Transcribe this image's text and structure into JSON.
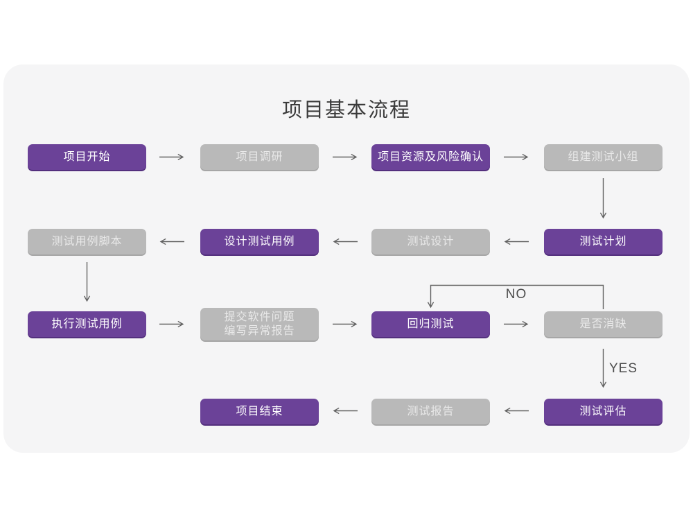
{
  "title": "项目基本流程",
  "colors": {
    "node_purple": "#6b4298",
    "node_gray": "#b9b9b9",
    "card_background": "#f5f5f6",
    "arrow": "#606060",
    "title_text": "#3b3b3b"
  },
  "nodes": [
    {
      "id": "project-start",
      "label": "项目开始",
      "type": "purple"
    },
    {
      "id": "project-research",
      "label": "项目调研",
      "type": "gray"
    },
    {
      "id": "resource-risk-confirm",
      "label": "项目资源及风险确认",
      "type": "purple"
    },
    {
      "id": "build-test-team",
      "label": "组建测试小组",
      "type": "gray"
    },
    {
      "id": "test-case-script",
      "label": "测试用例脚本",
      "type": "gray"
    },
    {
      "id": "design-test-case",
      "label": "设计测试用例",
      "type": "purple"
    },
    {
      "id": "test-design",
      "label": "测试设计",
      "type": "gray"
    },
    {
      "id": "test-plan",
      "label": "测试计划",
      "type": "purple"
    },
    {
      "id": "execute-test-case",
      "label": "执行测试用例",
      "type": "purple"
    },
    {
      "id": "submit-issue-report",
      "label": "提交软件问题\n编写异常报告",
      "type": "gray"
    },
    {
      "id": "regression-test",
      "label": "回归测试",
      "type": "purple"
    },
    {
      "id": "defect-cleared",
      "label": "是否消缺",
      "type": "gray"
    },
    {
      "id": "project-end",
      "label": "项目结束",
      "type": "purple"
    },
    {
      "id": "test-report",
      "label": "测试报告",
      "type": "gray"
    },
    {
      "id": "test-evaluate",
      "label": "测试评估",
      "type": "purple"
    }
  ],
  "edges": [
    {
      "from": "project-start",
      "to": "project-research"
    },
    {
      "from": "project-research",
      "to": "resource-risk-confirm"
    },
    {
      "from": "resource-risk-confirm",
      "to": "build-test-team"
    },
    {
      "from": "build-test-team",
      "to": "test-plan"
    },
    {
      "from": "test-plan",
      "to": "test-design"
    },
    {
      "from": "test-design",
      "to": "design-test-case"
    },
    {
      "from": "design-test-case",
      "to": "test-case-script"
    },
    {
      "from": "test-case-script",
      "to": "execute-test-case"
    },
    {
      "from": "execute-test-case",
      "to": "submit-issue-report"
    },
    {
      "from": "submit-issue-report",
      "to": "regression-test"
    },
    {
      "from": "regression-test",
      "to": "defect-cleared"
    },
    {
      "from": "defect-cleared",
      "to": "regression-test",
      "label": "NO"
    },
    {
      "from": "defect-cleared",
      "to": "test-evaluate",
      "label": "YES"
    },
    {
      "from": "test-evaluate",
      "to": "test-report"
    },
    {
      "from": "test-report",
      "to": "project-end"
    }
  ],
  "decision_labels": {
    "no": "NO",
    "yes": "YES"
  }
}
